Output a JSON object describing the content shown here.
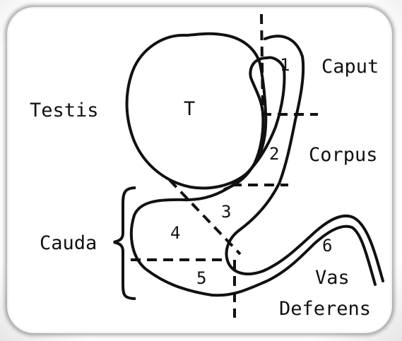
{
  "labels": {
    "testis": "Testis",
    "t": "T",
    "caput": "Caput",
    "corpus": "Corpus",
    "cauda": "Cauda",
    "vas_line1": "Vas",
    "vas_line2": "Deferens"
  },
  "regions": {
    "r1": "1",
    "r2": "2",
    "r3": "3",
    "r4": "4",
    "r5": "5",
    "r6": "6"
  },
  "colors": {
    "ink": "#111111",
    "background": "#ffffff"
  }
}
